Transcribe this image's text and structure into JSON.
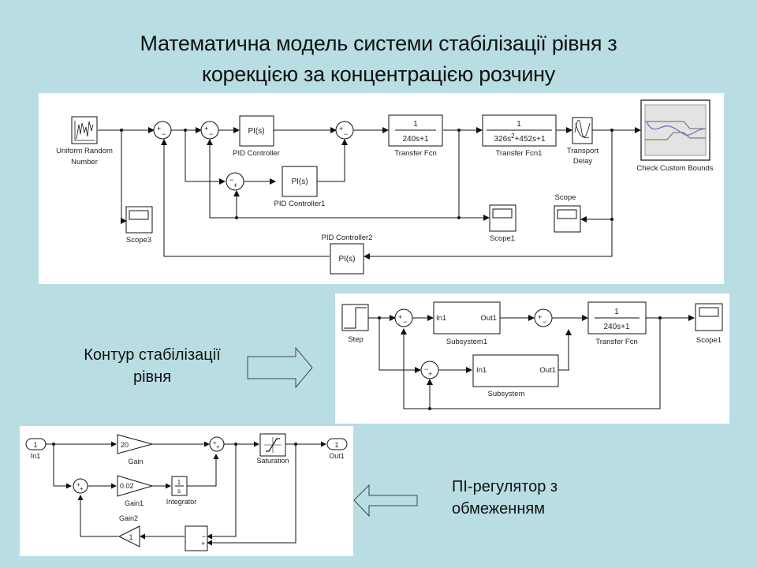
{
  "slide": {
    "title_line1": "Математична модель системи стабілізації рівня з",
    "title_line2": "корекцією за концентрацією розчину",
    "caption_level_loop": [
      "Контур стабілізації",
      "рівня"
    ],
    "caption_pi": [
      "ПІ-регулятор з",
      "обмеженням"
    ],
    "background": "#b8dde3"
  },
  "main_model": {
    "blocks": {
      "source": "Uniform Random Number",
      "source_line1": "Uniform Random",
      "source_line2": "Number",
      "scope3": "Scope3",
      "pid": {
        "label": "PID Controller",
        "content": "PI(s)"
      },
      "pid1": {
        "label": "PID Controller1",
        "content": "PI(s)"
      },
      "pid2": {
        "label": "PID Controller2",
        "content": "PI(s)"
      },
      "tf": {
        "label": "Transfer Fcn",
        "num": "1",
        "den": "240s+1"
      },
      "tf1": {
        "label": "Transfer Fcn1",
        "num": "1",
        "den_a": "326s",
        "den_exp": "2",
        "den_b": "+452s+1"
      },
      "delay_line1": "Transport",
      "delay_line2": "Delay",
      "scope1": "Scope1",
      "scope": "Scope",
      "bounds": "Check Custom Bounds"
    },
    "signs": {
      "plus": "+",
      "minus": "−"
    }
  },
  "level_loop": {
    "step": "Step",
    "subsystem1": {
      "label": "Subsystem1",
      "in": "In1",
      "out": "Out1"
    },
    "subsystem": {
      "label": "Subsystem",
      "in": "In1",
      "out": "Out1"
    },
    "tf": {
      "label": "Transfer Fcn",
      "num": "1",
      "den": "240s+1"
    },
    "scope1": "Scope1"
  },
  "pi_limited": {
    "in1": {
      "label": "In1",
      "port": "1"
    },
    "out1": {
      "label": "Out1",
      "port": "1"
    },
    "gain": {
      "label": "Gain",
      "value": "20"
    },
    "gain1": {
      "label": "Gain1",
      "value": "0.02"
    },
    "gain2": {
      "label": "Gain2",
      "value": "1"
    },
    "integrator": {
      "label": "Integrator",
      "num": "1",
      "den": "s"
    },
    "saturation": "Saturation"
  }
}
